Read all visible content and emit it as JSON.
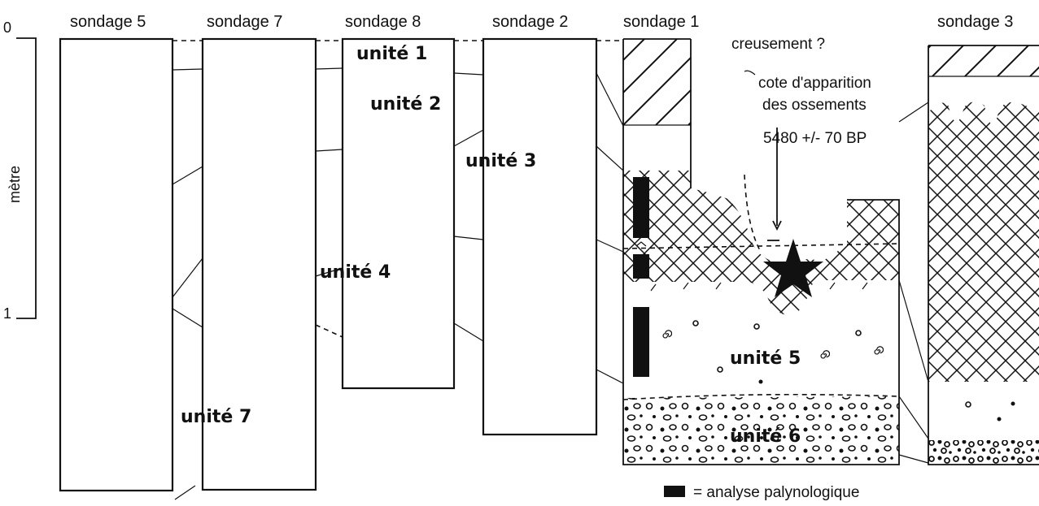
{
  "scale": {
    "top": "0",
    "bottom": "1",
    "unit_label": "mètre"
  },
  "columns": [
    {
      "id": "s5",
      "label": "sondage 5"
    },
    {
      "id": "s7",
      "label": "sondage 7"
    },
    {
      "id": "s8",
      "label": "sondage 8"
    },
    {
      "id": "s2",
      "label": "sondage 2"
    },
    {
      "id": "s1",
      "label": "sondage 1"
    },
    {
      "id": "s3",
      "label": "sondage 3"
    }
  ],
  "units": {
    "u1": "unité 1",
    "u2": "unité 2",
    "u3": "unité 3",
    "u4": "unité 4",
    "u5": "unité 5",
    "u6": "unité 6",
    "u7": "unité 7"
  },
  "annotations": {
    "creusement": "creusement ?",
    "cote_line1": "cote d'apparition",
    "cote_line2": "des ossements",
    "date": "5480 +/- 70 BP"
  },
  "legend": {
    "text": "= analyse palynologique",
    "symbol_color": "#111111"
  }
}
